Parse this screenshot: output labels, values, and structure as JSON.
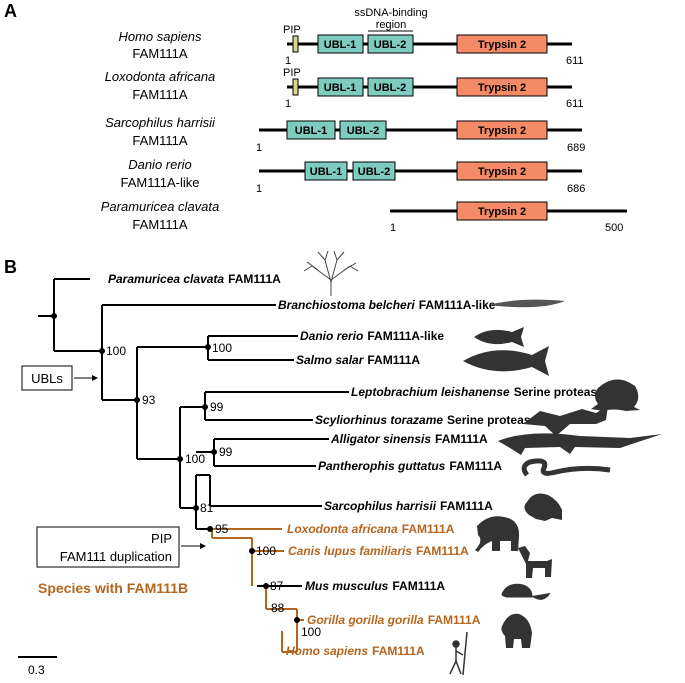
{
  "panelA": {
    "label": "A",
    "proteins": [
      {
        "species": "Homo sapiens",
        "protein": "FAM111A",
        "length_start": "1",
        "length_end": "611"
      },
      {
        "species": "Loxodonta africana",
        "protein": "FAM111A",
        "length_start": "1",
        "length_end": "611"
      },
      {
        "species": "Sarcophilus harrisii",
        "protein": "FAM111A",
        "length_start": "1",
        "length_end": "689"
      },
      {
        "species": "Danio rerio",
        "protein": "FAM111A-like",
        "length_start": "1",
        "length_end": "686"
      },
      {
        "species": "Paramuricea clavata",
        "protein": "FAM111A",
        "length_start": "1",
        "length_end": "500"
      }
    ],
    "domains": {
      "pip": "PIP",
      "ubl1": "UBL-1",
      "ubl2": "UBL-2",
      "trypsin": "Trypsin 2",
      "ssdna_line1": "ssDNA-binding",
      "ssdna_line2": "region"
    }
  },
  "panelB": {
    "label": "B",
    "taxa": [
      {
        "genus": "Paramuricea clavata",
        "protein": "FAM111A",
        "highlight": false,
        "silhouette": "coral-icon"
      },
      {
        "genus": "Branchiostoma belcheri",
        "protein": "FAM111A-like",
        "highlight": false,
        "silhouette": "lancelet-icon"
      },
      {
        "genus": "Danio rerio",
        "protein": "FAM111A-like",
        "highlight": false,
        "silhouette": "zebrafish-icon"
      },
      {
        "genus": "Salmo salar",
        "protein": "FAM111A",
        "highlight": false,
        "silhouette": "salmon-icon"
      },
      {
        "genus": "Leptobrachium leishanense",
        "protein": "Serine protease",
        "highlight": false,
        "silhouette": "frog-icon"
      },
      {
        "genus": "Scyliorhinus torazame",
        "protein": "Serine protease",
        "highlight": false,
        "silhouette": "shark-icon"
      },
      {
        "genus": "Alligator sinensis",
        "protein": "FAM111A",
        "highlight": false,
        "silhouette": "alligator-icon"
      },
      {
        "genus": "Pantherophis guttatus",
        "protein": "FAM111A",
        "highlight": false,
        "silhouette": "snake-icon"
      },
      {
        "genus": "Sarcophilus harrisii",
        "protein": "FAM111A",
        "highlight": false,
        "silhouette": "tasmanian-devil-icon"
      },
      {
        "genus": "Loxodonta africana",
        "protein": "FAM111A",
        "highlight": true,
        "silhouette": "elephant-icon"
      },
      {
        "genus": "Canis lupus familiaris",
        "protein": "FAM111A",
        "highlight": true,
        "silhouette": "dog-icon"
      },
      {
        "genus": "Mus musculus",
        "protein": "FAM111A",
        "highlight": false,
        "silhouette": "mouse-icon"
      },
      {
        "genus": "Gorilla gorilla gorilla",
        "protein": "FAM111A",
        "highlight": true,
        "silhouette": "gorilla-icon"
      },
      {
        "genus": "Homo sapiens",
        "protein": "FAM111A",
        "highlight": true,
        "silhouette": "human-icon"
      }
    ],
    "bootstrap": [
      "100",
      "100",
      "93",
      "99",
      "100",
      "99",
      "81",
      "95",
      "100",
      "87",
      "88",
      "100"
    ],
    "callouts": {
      "ubls": "UBLs",
      "pip_line1": "PIP",
      "pip_line2": "FAM111 duplication",
      "fam111b": "Species with FAM111B"
    },
    "scale_bar": "0.3"
  },
  "colors": {
    "domain_fill": "#7ecbc0",
    "trypsin_fill": "#f58a66",
    "pip_fill": "#d6d88a",
    "highlight": "#b5651d",
    "branch": "#000000",
    "silhouette": "#333333"
  }
}
